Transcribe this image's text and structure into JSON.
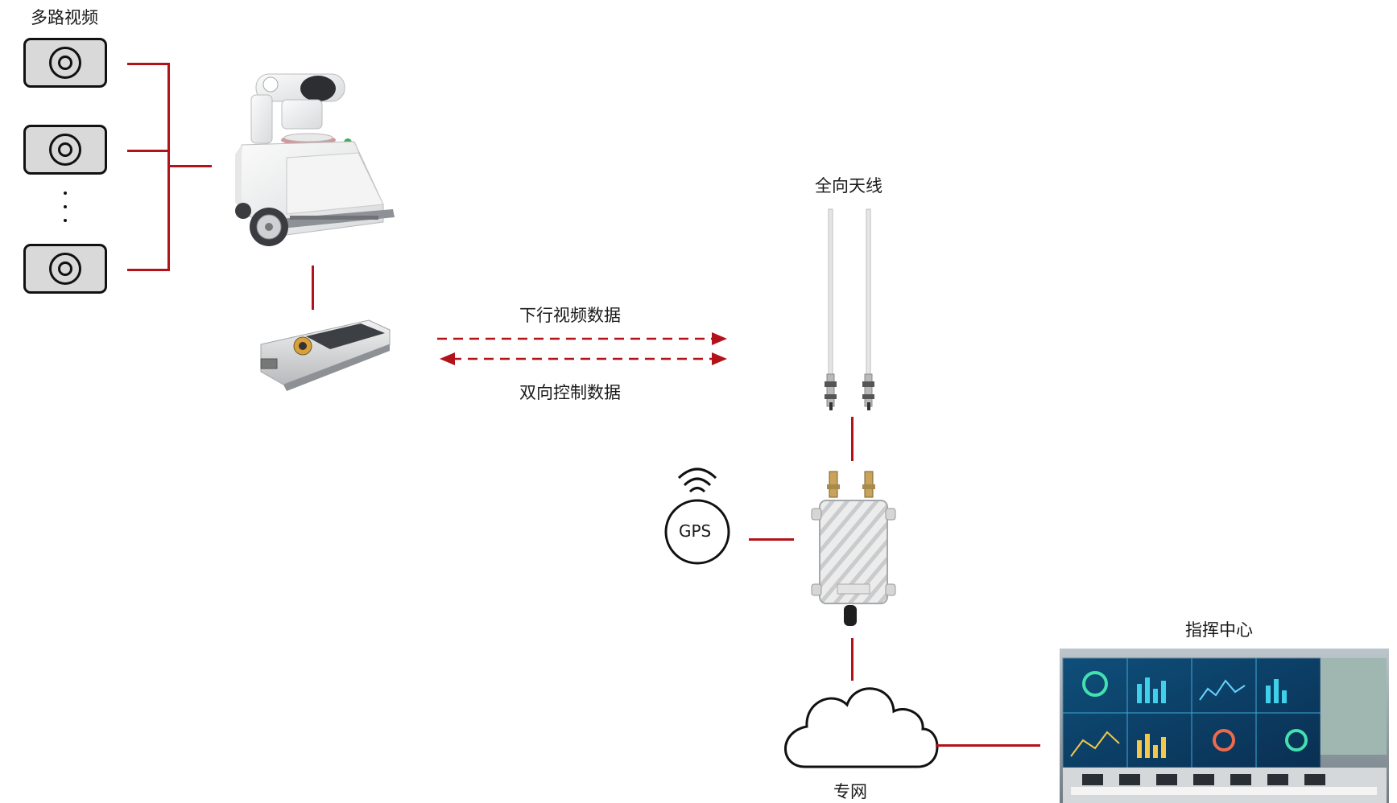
{
  "labels": {
    "multi_video": "多路视频",
    "omni_antenna": "全向天线",
    "downlink": "下行视频数据",
    "bidirectional": "双向控制数据",
    "gps": "GPS",
    "command_center": "指挥中心",
    "private_network": "专网"
  },
  "colors": {
    "link": "#b3121b",
    "outline": "#111111"
  }
}
